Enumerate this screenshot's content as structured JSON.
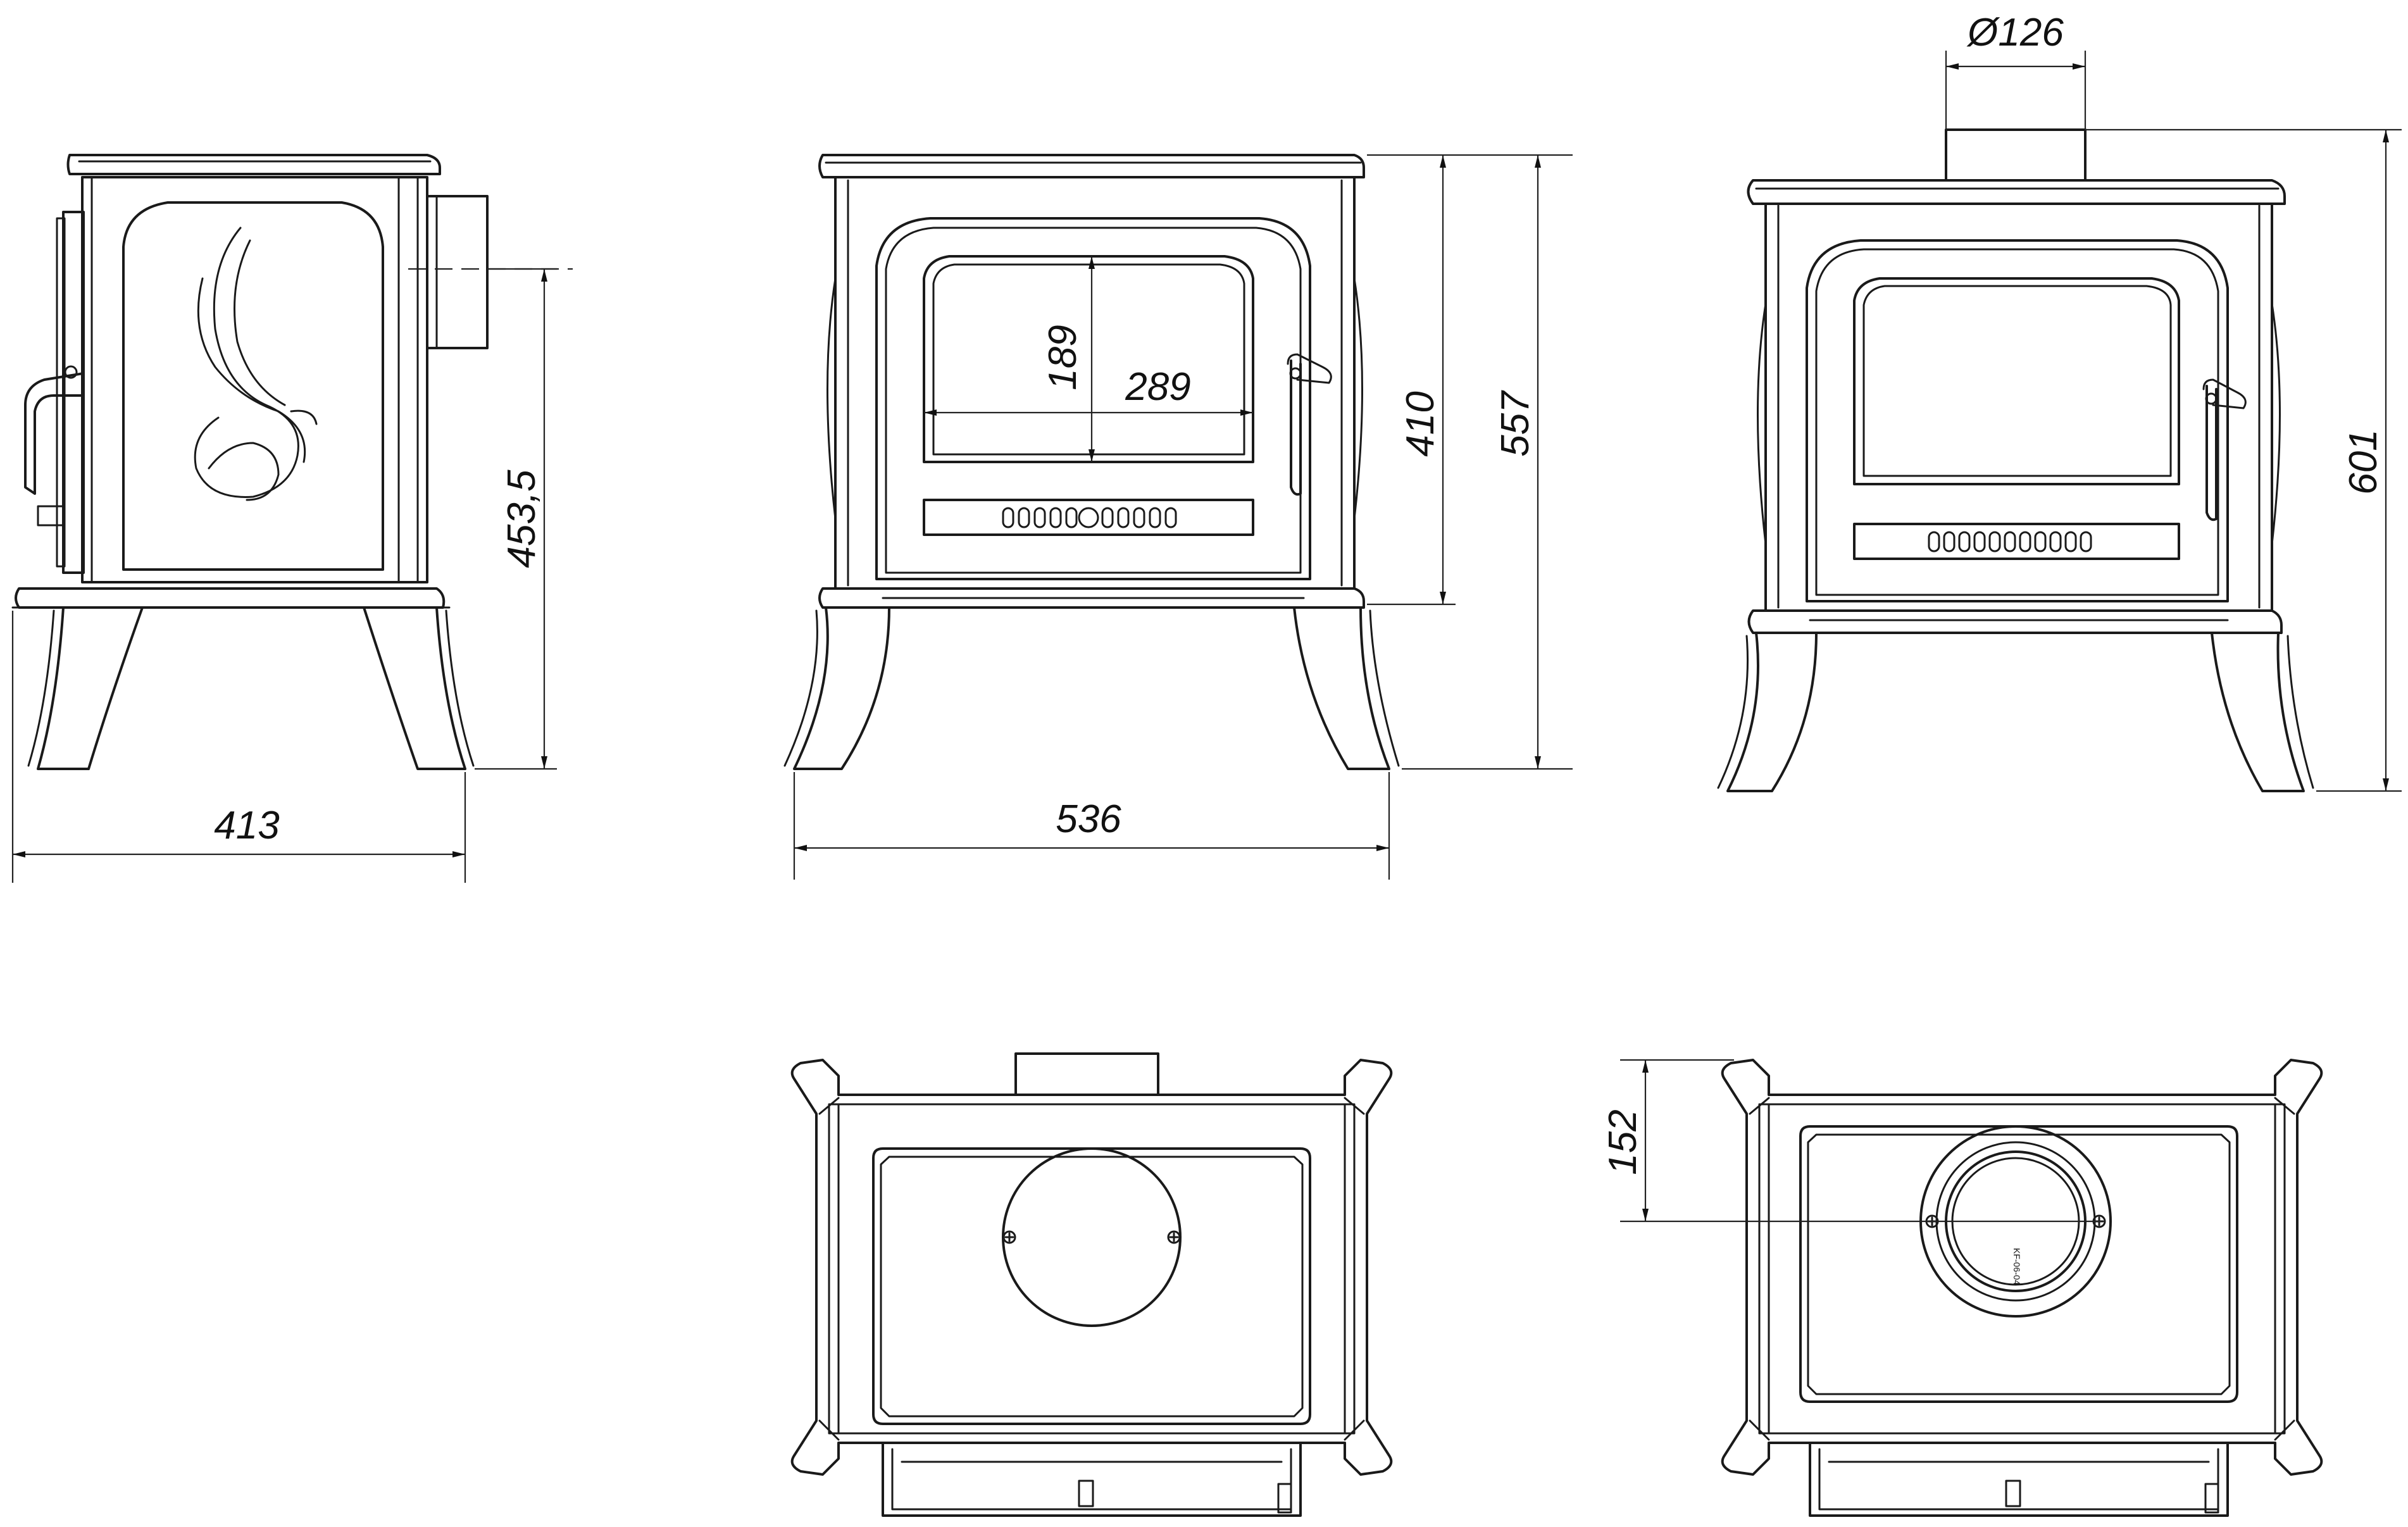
{
  "dimensions": {
    "side_depth": "413",
    "side_height": "453,5",
    "front_width": "536",
    "front_height_body": "410",
    "front_height_total": "557",
    "glass_height": "189",
    "glass_width": "289",
    "flue_diameter": "Ø126",
    "rear_height_total": "601",
    "top_flue_offset": "152"
  },
  "labels": {
    "flue_collar_marking": "KF-06-04"
  }
}
